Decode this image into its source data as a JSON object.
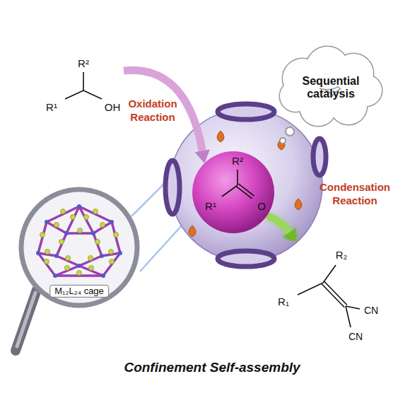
{
  "diagram": {
    "nodes": [
      {
        "text": [
          "R²",
          "R¹",
          "OH"
        ]
      },
      {
        "text": [
          "Sequential catalysis"
        ]
      },
      {
        "text": [
          "R²",
          "R¹",
          "O"
        ]
      },
      {
        "text": [
          "M₁₂L₂₄ cage"
        ]
      },
      {
        "text": [
          "R₂",
          "R₁",
          "CN",
          "CN"
        ]
      }
    ],
    "edges": [
      {
        "from": 0,
        "to": 2,
        "label": "Oxidation Reaction",
        "arrow": "to"
      },
      {
        "from": 2,
        "to": 4,
        "label": "Condensation Reaction",
        "arrow": "to"
      }
    ],
    "labels": [
      "Confinement Self-assembly"
    ]
  }
}
